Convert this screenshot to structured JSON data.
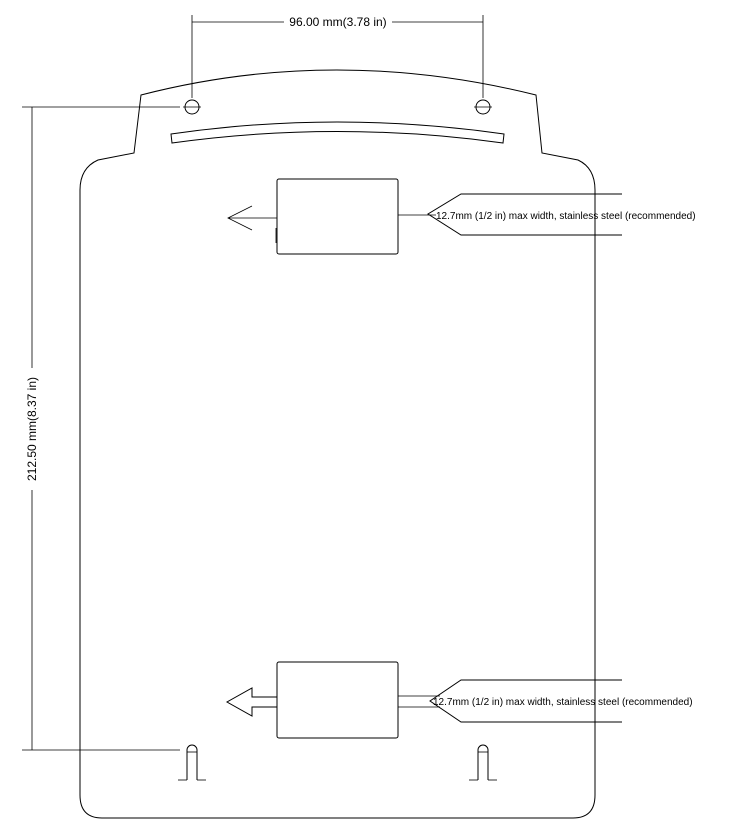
{
  "dimensions": {
    "width_label": "96.00 mm(3.78 in)",
    "height_label": "212.50 mm(8.37 in)"
  },
  "callouts": {
    "top": "12.7mm (1/2 in) max width, stainless steel (recommended)",
    "bottom": "12.7mm (1/2 in) max width, stainless steel (recommended)"
  }
}
